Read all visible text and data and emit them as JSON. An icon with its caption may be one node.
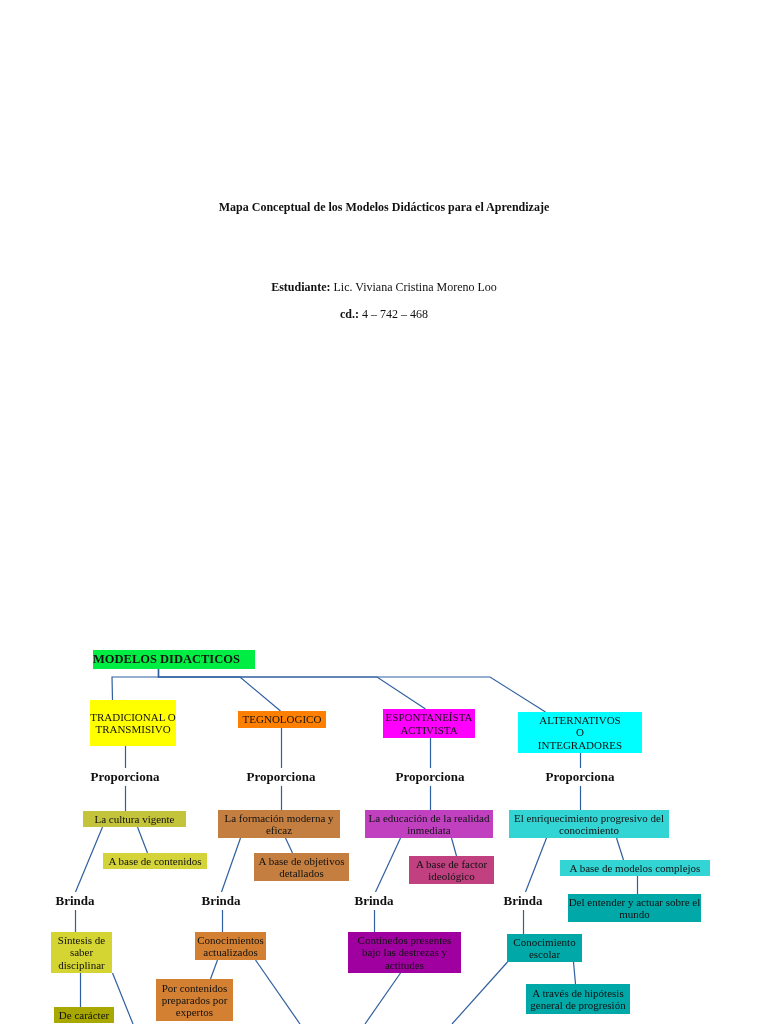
{
  "diagram": {
    "title": "Mapa Conceptual de los Modelos Didácticos para el Aprendizaje",
    "nodes": [
      {
        "text": [
          "MODELOS DIDACTICOS"
        ]
      },
      {
        "text": [
          "TRADICIONAL O TRANSMISIVO"
        ]
      },
      {
        "text": [
          "TEGNOLOGICO"
        ]
      },
      {
        "text": [
          "ESPONTANEÍSTA ACTIVISTA"
        ]
      },
      {
        "text": [
          "ALTERNATIVOS O INTEGRADORES"
        ]
      },
      {
        "text": [
          "Proporciona"
        ]
      },
      {
        "text": [
          "Proporciona"
        ]
      },
      {
        "text": [
          "Proporciona"
        ]
      },
      {
        "text": [
          "Proporciona"
        ]
      },
      {
        "text": [
          "La cultura vigente"
        ]
      },
      {
        "text": [
          "A base de contenidos"
        ]
      },
      {
        "text": [
          "La formación moderna y eficaz"
        ]
      },
      {
        "text": [
          "A base de objetivos detallados"
        ]
      },
      {
        "text": [
          "La educación de la realidad inmediata"
        ]
      },
      {
        "text": [
          "A base de factor ideológico"
        ]
      },
      {
        "text": [
          "El enriquecimiento progresivo del conocimiento"
        ]
      },
      {
        "text": [
          "A base de modelos complejos"
        ]
      },
      {
        "text": [
          "Del entender y actuar sobre el mundo"
        ]
      },
      {
        "text": [
          "Brinda"
        ]
      },
      {
        "text": [
          "Brinda"
        ]
      },
      {
        "text": [
          "Brinda"
        ]
      },
      {
        "text": [
          "Brinda"
        ]
      },
      {
        "text": [
          "Síntesis de saber disciplinar"
        ]
      },
      {
        "text": [
          "Conocimientos actualizados"
        ]
      },
      {
        "text": [
          "Continedos presentes bajo las destrezas y actitudes"
        ]
      },
      {
        "text": [
          "Conocimiento escolar"
        ]
      },
      {
        "text": [
          "De carácter"
        ]
      },
      {
        "text": [
          "Por contenidos preparados por expertos"
        ]
      },
      {
        "text": [
          "A través de hipótesis general de progresión"
        ]
      }
    ],
    "edges": [
      {
        "from": 0,
        "to": 1,
        "arrow": "none"
      },
      {
        "from": 0,
        "to": 2,
        "arrow": "none"
      },
      {
        "from": 0,
        "to": 3,
        "arrow": "none"
      },
      {
        "from": 0,
        "to": 4,
        "arrow": "none"
      },
      {
        "from": 1,
        "to": 5,
        "arrow": "none"
      },
      {
        "from": 2,
        "to": 6,
        "arrow": "none"
      },
      {
        "from": 3,
        "to": 7,
        "arrow": "none"
      },
      {
        "from": 4,
        "to": 8,
        "arrow": "none"
      },
      {
        "from": 5,
        "to": 9,
        "arrow": "none"
      },
      {
        "from": 6,
        "to": 11,
        "arrow": "none"
      },
      {
        "from": 7,
        "to": 13,
        "arrow": "none"
      },
      {
        "from": 8,
        "to": 15,
        "arrow": "none"
      },
      {
        "from": 9,
        "to": 10,
        "arrow": "none"
      },
      {
        "from": 9,
        "to": 18,
        "arrow": "none"
      },
      {
        "from": 11,
        "to": 12,
        "arrow": "none"
      },
      {
        "from": 11,
        "to": 19,
        "arrow": "none"
      },
      {
        "from": 13,
        "to": 14,
        "arrow": "none"
      },
      {
        "from": 13,
        "to": 20,
        "arrow": "none"
      },
      {
        "from": 15,
        "to": 16,
        "arrow": "none"
      },
      {
        "from": 15,
        "to": 21,
        "arrow": "none"
      },
      {
        "from": 16,
        "to": 17,
        "arrow": "none"
      },
      {
        "from": 18,
        "to": 22,
        "arrow": "none"
      },
      {
        "from": 19,
        "to": 23,
        "arrow": "none"
      },
      {
        "from": 20,
        "to": 24,
        "arrow": "none"
      },
      {
        "from": 21,
        "to": 25,
        "arrow": "none"
      },
      {
        "from": 22,
        "to": 26,
        "arrow": "none"
      },
      {
        "from": 22,
        "to": null,
        "arrow": "none"
      },
      {
        "from": 23,
        "to": 27,
        "arrow": "none"
      },
      {
        "from": 23,
        "to": null,
        "arrow": "none"
      },
      {
        "from": 24,
        "to": null,
        "arrow": "none"
      },
      {
        "from": 25,
        "to": 28,
        "arrow": "none"
      },
      {
        "from": 25,
        "to": null,
        "arrow": "none"
      }
    ],
    "labels": [
      "**Estudiante:** Lic. Viviana Cristina Moreno Loo",
      "**cd.:** 4 – 742 – 468"
    ]
  }
}
